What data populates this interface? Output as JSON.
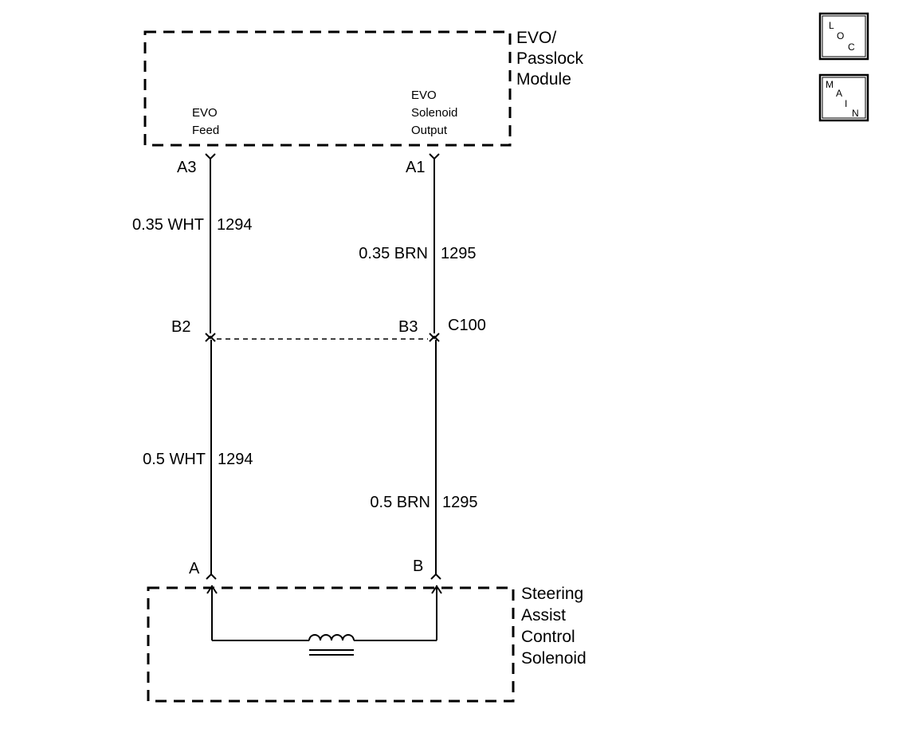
{
  "modules": {
    "top": {
      "name_lines": [
        "EVO/",
        "Passlock",
        "Module"
      ],
      "pin_left_label_lines": [
        "EVO",
        "Feed"
      ],
      "pin_right_label_lines": [
        "EVO",
        "Solenoid",
        "Output"
      ]
    },
    "bottom": {
      "name_lines": [
        "Steering",
        "Assist",
        "Control",
        "Solenoid"
      ]
    }
  },
  "pins": {
    "a3": "A3",
    "a1": "A1",
    "b2": "B2",
    "b3": "B3",
    "connector": "C100",
    "a": "A",
    "b": "B"
  },
  "wires": {
    "upper_left": {
      "gauge_color": "0.35 WHT",
      "circuit": "1294"
    },
    "upper_right": {
      "gauge_color": "0.35 BRN",
      "circuit": "1295"
    },
    "lower_left": {
      "gauge_color": "0.5 WHT",
      "circuit": "1294"
    },
    "lower_right": {
      "gauge_color": "0.5 BRN",
      "circuit": "1295"
    }
  },
  "nav_buttons": {
    "loc": {
      "letters": [
        "L",
        "O",
        "C"
      ]
    },
    "main": {
      "letters": [
        "M",
        "A",
        "I",
        "N"
      ]
    }
  }
}
